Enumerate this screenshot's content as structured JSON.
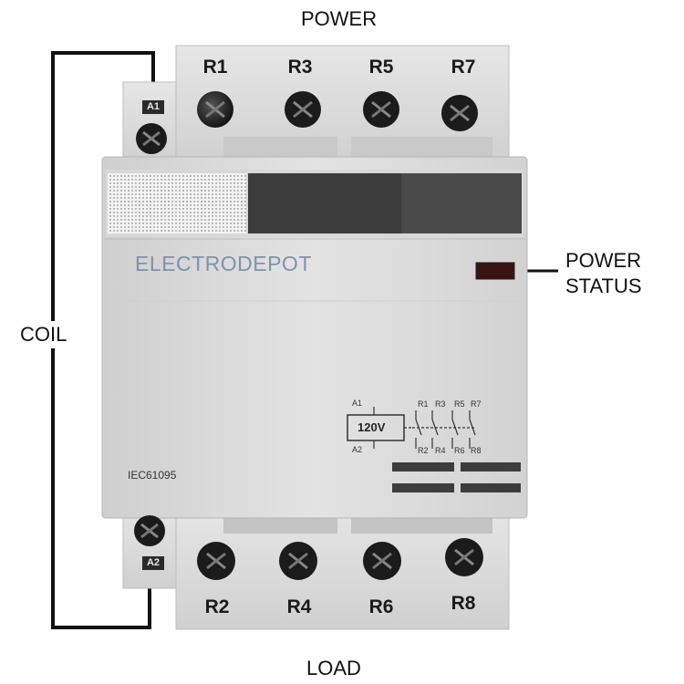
{
  "callouts": {
    "power": "POWER",
    "load": "LOAD",
    "coil": "COIL",
    "power_status_line1": "POWER",
    "power_status_line2": "STATUS"
  },
  "terminals": {
    "top": [
      "R1",
      "R3",
      "R5",
      "R7"
    ],
    "bottom": [
      "R2",
      "R4",
      "R6",
      "R8"
    ],
    "coil_top": "A1",
    "coil_bottom": "A2"
  },
  "device": {
    "brand": "ELECTRODEPOT",
    "standard": "IEC61095",
    "coil_voltage": "120V",
    "schematic": {
      "a1": "A1",
      "a2": "A2",
      "top_labels": [
        "R1",
        "R3",
        "R5",
        "R7"
      ],
      "bottom_labels": [
        "R2",
        "R4",
        "R6",
        "R8"
      ]
    }
  },
  "colors": {
    "body": "#dcdcdc",
    "indicator": "#3a1212",
    "window": "#3c3c3c",
    "brand_text": "#7f93ad",
    "wire": "#111111"
  }
}
